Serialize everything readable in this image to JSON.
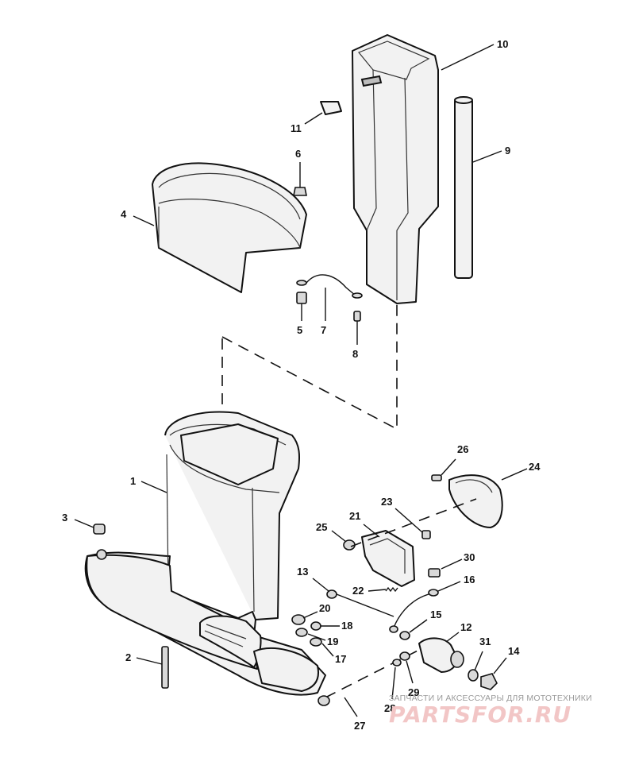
{
  "callouts": [
    "1",
    "2",
    "3",
    "4",
    "5",
    "6",
    "7",
    "8",
    "9",
    "10",
    "11",
    "12",
    "13",
    "14",
    "15",
    "16",
    "17",
    "18",
    "19",
    "20",
    "21",
    "22",
    "23",
    "24",
    "25",
    "26",
    "27",
    "28",
    "29",
    "30",
    "31"
  ],
  "watermark": {
    "caption": "ЗАПЧАСТИ И АКСЕССУАРЫ ДЛЯ МОТОТЕХНИКИ",
    "logo": "PARTSFOR.RU"
  },
  "colors": {
    "line": "#111111",
    "fill": "#f2f2f2",
    "watermark": "#f2c6c6"
  }
}
